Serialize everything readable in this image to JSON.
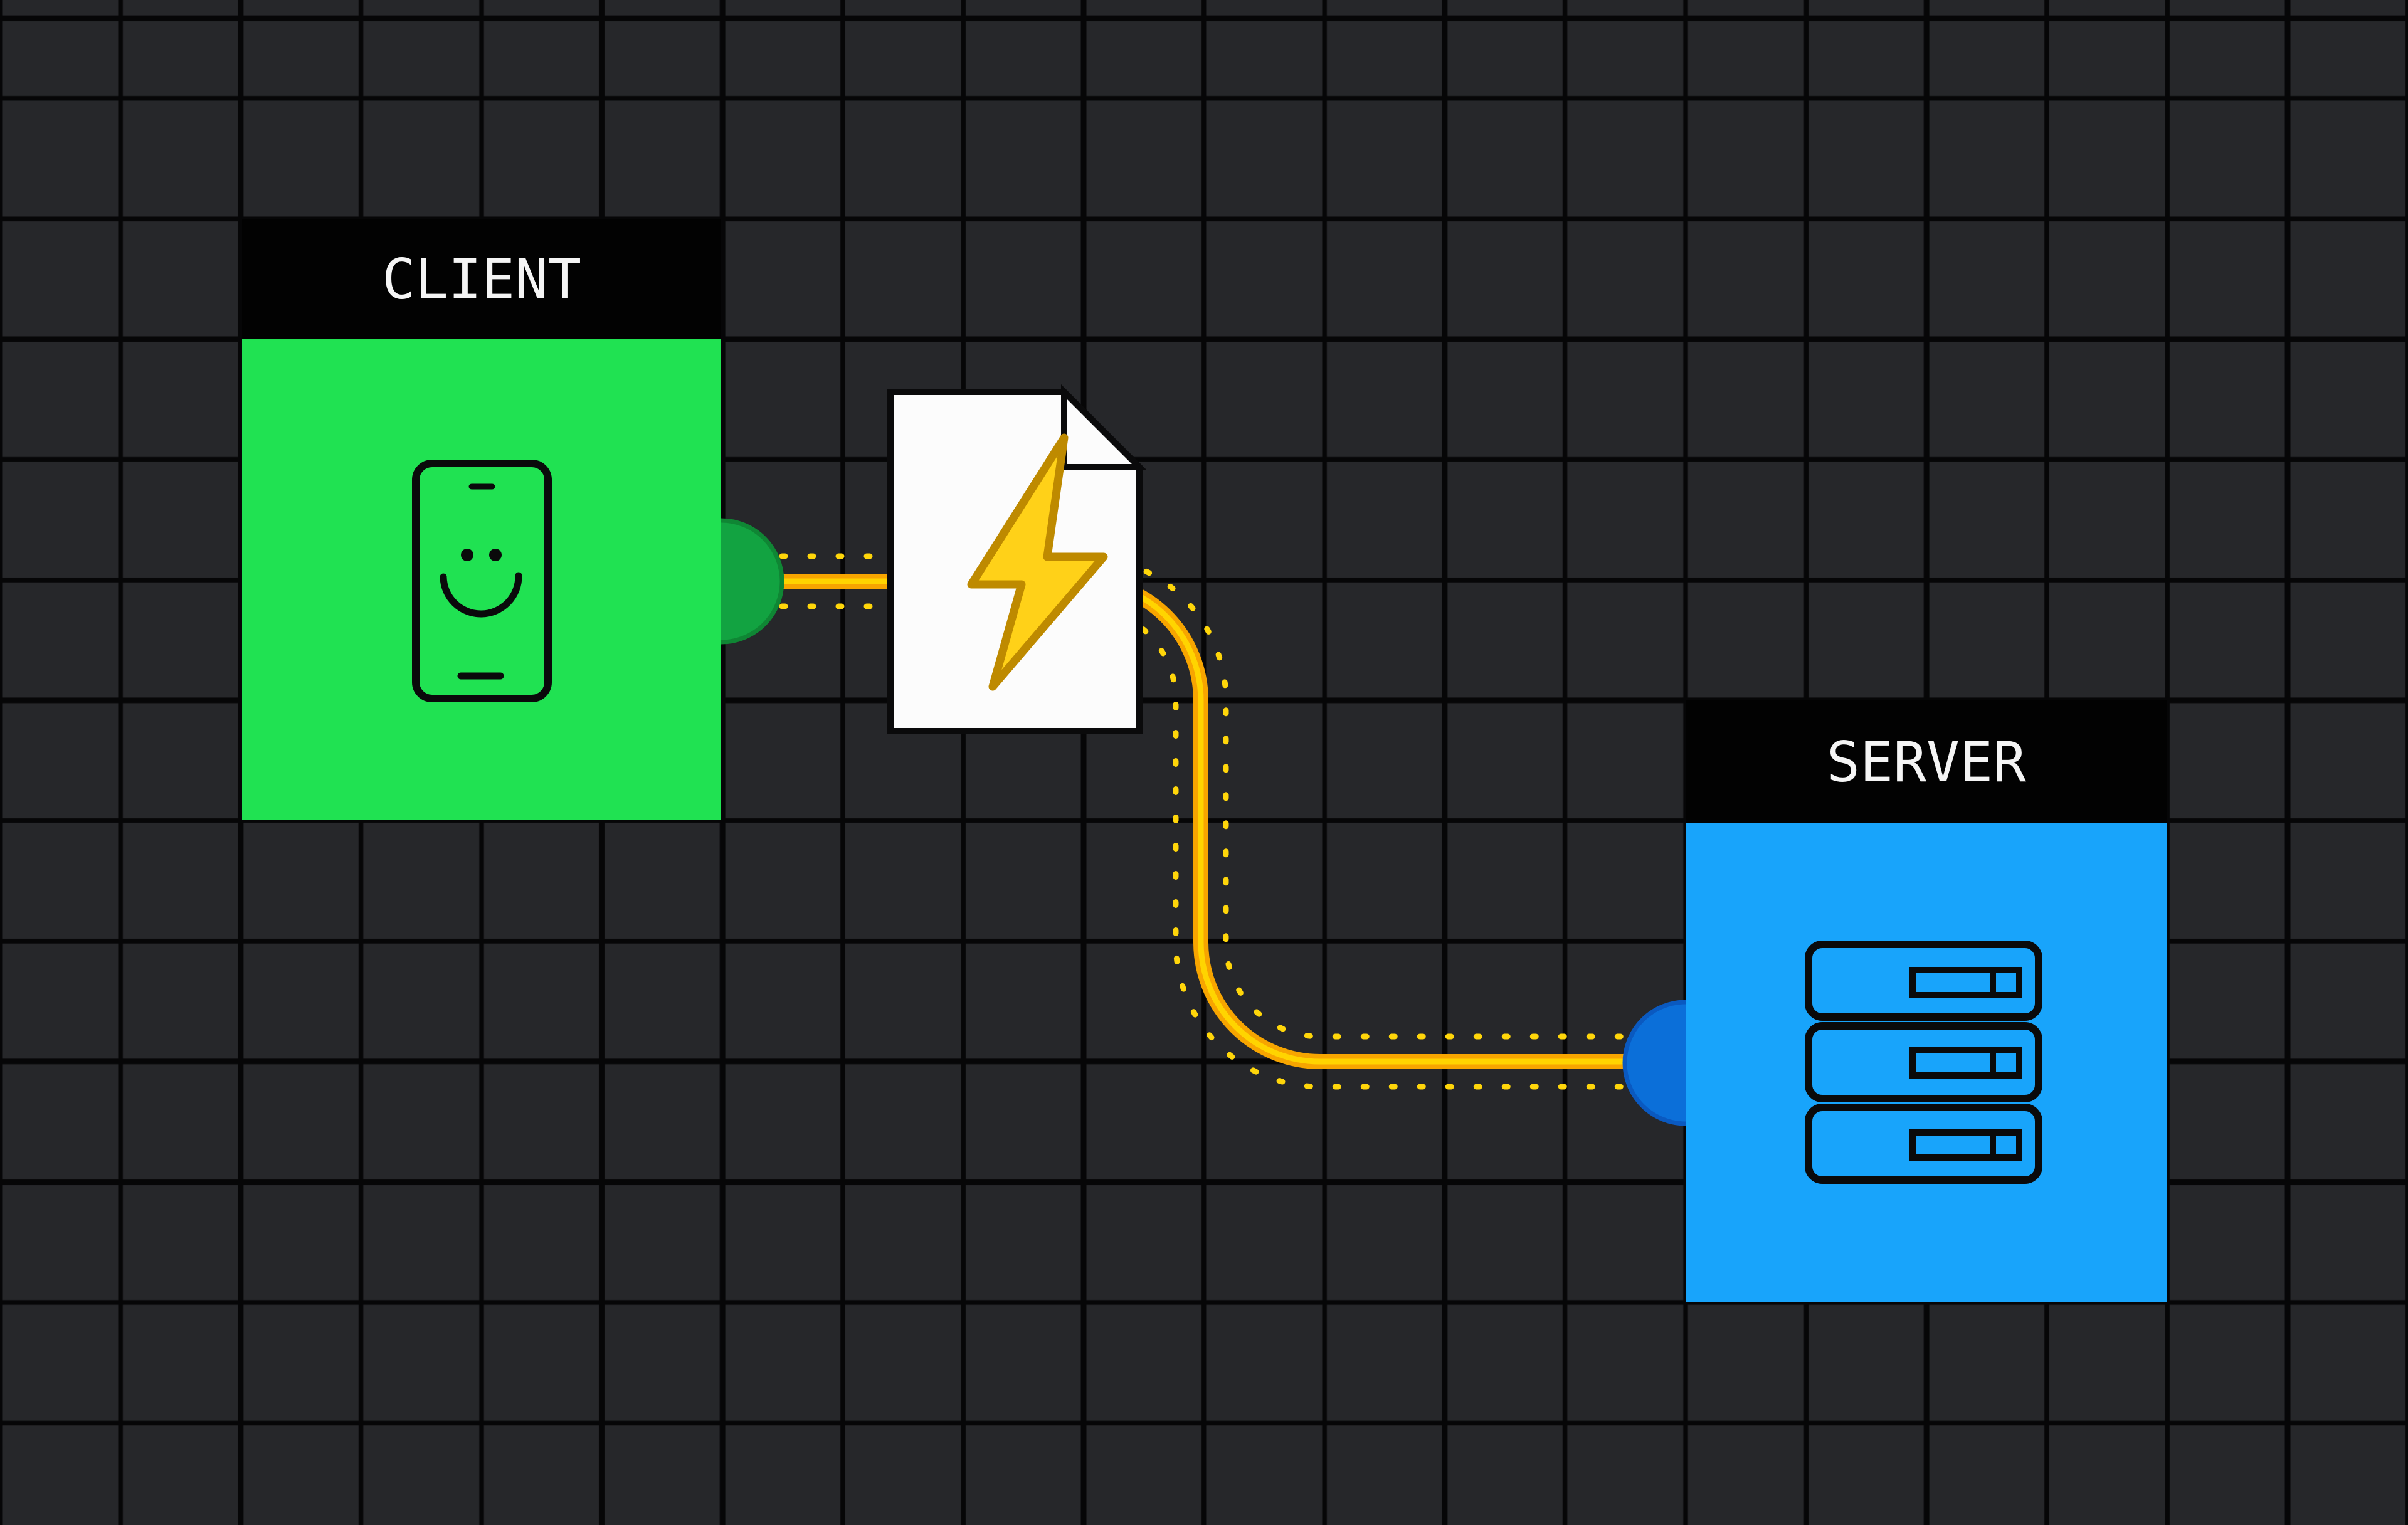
{
  "diagram": {
    "background": "dark-grid",
    "nodes": [
      {
        "id": "client",
        "label": "CLIENT",
        "icon": "smartphone-smiley-icon",
        "body_color": "#20E252",
        "header_color": "#020202",
        "port_color": "#12A341"
      },
      {
        "id": "server",
        "label": "SERVER",
        "icon": "server-rack-icon",
        "body_color": "#18A4FB",
        "header_color": "#020202",
        "port_color": "#0B6FD9"
      }
    ],
    "connection": {
      "type": "cable",
      "from": "CLIENT",
      "to": "SERVER",
      "payload_icon": "document-lightning-icon",
      "cable_outer_color": "#F7A500",
      "cable_inner_color": "#FFD400",
      "dotted_guide_color": "#FFD60A"
    }
  },
  "colors": {
    "grid-cell": "#26272A",
    "grid-line": "#060607",
    "header-black": "#020202",
    "label-white": "#F5F5F5",
    "client-green": "#20E252",
    "client-port": "#12A341",
    "client-port-border": "#0F8634",
    "server-blue": "#18A4FB",
    "server-port": "#0B6FD9",
    "server-port-border": "#0A59C0",
    "cable-outer": "#F7A500",
    "cable-inner": "#FFD400",
    "dot-yellow": "#FFD60A",
    "paper-white": "#FCFCFC",
    "ink-black": "#0A0A0B",
    "bolt-fill": "#FFD118",
    "bolt-stroke": "#BE8A00"
  }
}
